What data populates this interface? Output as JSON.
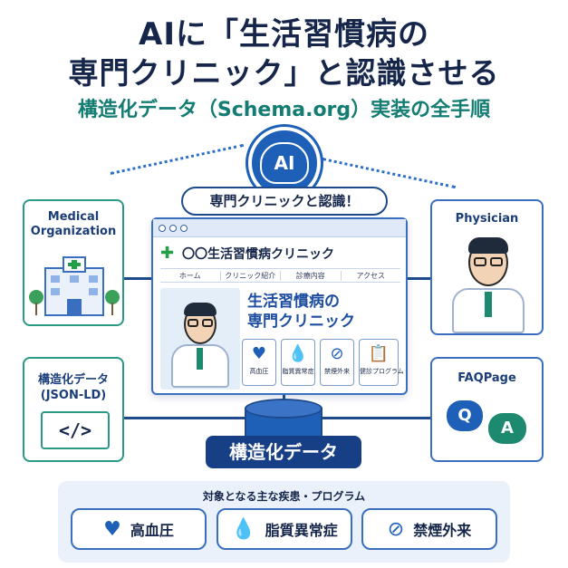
{
  "title": {
    "line1": "AIに「生活習慣病の",
    "line2": "専門クリニック」と認識させる",
    "subtitle": "構造化データ（Schema.org）実装の全手順"
  },
  "ai": {
    "label": "AI",
    "bubble": "専門クリニックと認識！"
  },
  "cards": {
    "medical_org": "Medical\nOrganization",
    "physician": "Physician",
    "jsonld_line1": "構造化データ",
    "jsonld_line2": "(JSON-LD)",
    "code_symbol": "</>",
    "faq": "FAQPage",
    "faq_q": "Q",
    "faq_a": "A"
  },
  "browser": {
    "clinic_name": "〇〇生活習慣病クリニック",
    "nav": [
      "ホーム",
      "クリニック紹介",
      "診療内容",
      "アクセス"
    ],
    "hero_line1": "生活習慣病の",
    "hero_line2": "専門クリニック",
    "services": [
      {
        "label": "高血圧",
        "icon": "heart-pulse-icon"
      },
      {
        "label": "脂質異常症",
        "icon": "drop-icon"
      },
      {
        "label": "禁煙外来",
        "icon": "no-smoking-icon"
      },
      {
        "label": "健診プログラム",
        "icon": "clipboard-icon"
      }
    ]
  },
  "database": {
    "label": "構造化データ"
  },
  "bottom": {
    "title": "対象となる主な疾患・プログラム",
    "items": [
      {
        "label": "高血圧",
        "icon": "heart-pulse-icon"
      },
      {
        "label": "脂質異常症",
        "icon": "drop-icon"
      },
      {
        "label": "禁煙外来",
        "icon": "no-smoking-icon"
      }
    ]
  },
  "colors": {
    "navy": "#15264a",
    "teal": "#147d73",
    "blue": "#1e5fb8",
    "green": "#23a047"
  }
}
